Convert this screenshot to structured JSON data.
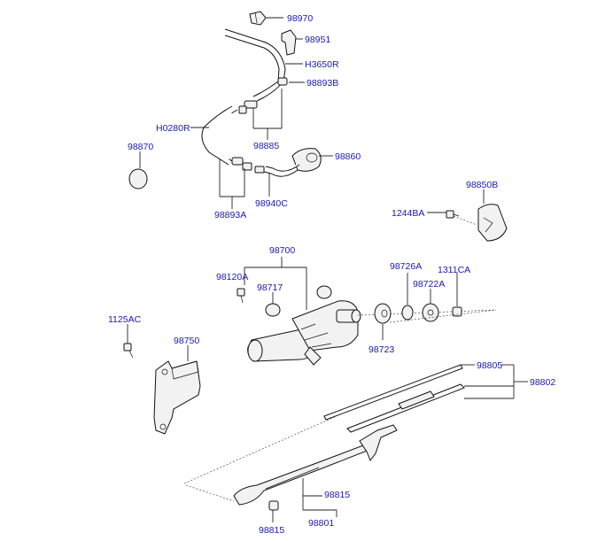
{
  "labels": {
    "p98970": "98970",
    "p98951": "98951",
    "pH3650R": "H3650R",
    "p98893B": "98893B",
    "pH0280R": "H0280R",
    "p98885": "98885",
    "p98870": "98870",
    "p98860": "98860",
    "p98893A": "98893A",
    "p98940C": "98940C",
    "p98850B": "98850B",
    "p1244BA": "1244BA",
    "p98700": "98700",
    "p98120A": "98120A",
    "p98717": "98717",
    "p98726A": "98726A",
    "p1311CA": "1311CA",
    "p98722A": "98722A",
    "p98723": "98723",
    "p1125AC": "1125AC",
    "p98750": "98750",
    "p98805": "98805",
    "p98802": "98802",
    "p98815a": "98815",
    "p98815b": "98815",
    "p98801": "98801"
  }
}
